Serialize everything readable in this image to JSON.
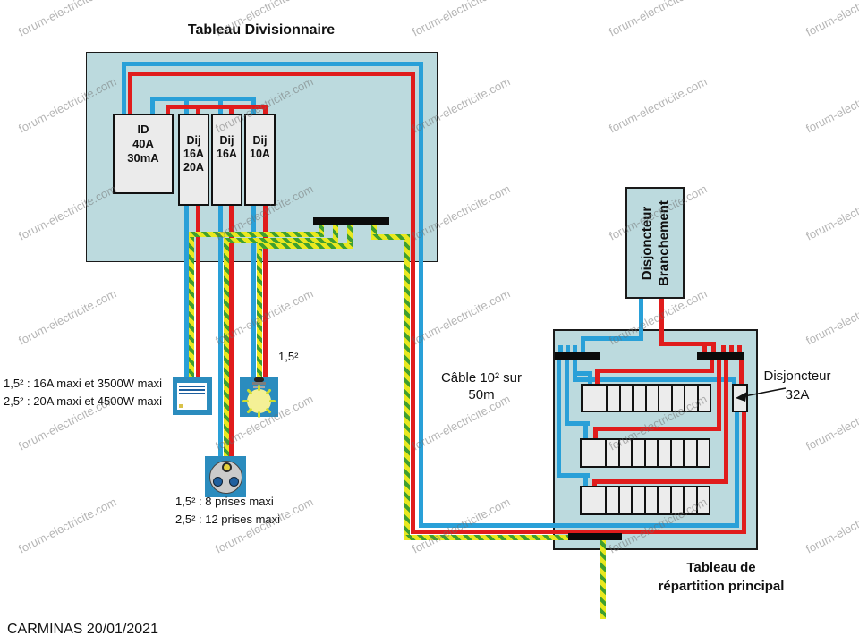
{
  "watermark": "forum-electricite.com",
  "credit": "CARMINAS 20/01/2021",
  "divisionnaire": {
    "title": "Tableau Divisionnaire",
    "breakers": [
      {
        "line1": "ID",
        "line2": "40A",
        "line3": "30mA"
      },
      {
        "line1": "Dij",
        "line2": "16A",
        "line3": "20A"
      },
      {
        "line1": "Dij",
        "line2": "16A",
        "line3": ""
      },
      {
        "line1": "Dij",
        "line2": "10A",
        "line3": ""
      }
    ]
  },
  "branchement": {
    "line1": "Disjoncteur",
    "line2": "Branchement"
  },
  "main_panel": {
    "title_line1": "Tableau de",
    "title_line2": "répartition principal",
    "breaker_label_line1": "Disjoncteur",
    "breaker_label_line2": "32A",
    "rows": 3,
    "modules_per_row": 9
  },
  "cable": {
    "line1": "Câble 10² sur",
    "line2": "50m"
  },
  "notes": {
    "lighting_section": "1,5²",
    "heater_note_line1": "1,5²  : 16A maxi et 3500W maxi",
    "heater_note_line2": "2,5²  : 20A maxi et 4500W maxi",
    "socket_note_line1": "1,5² : 8 prises maxi",
    "socket_note_line2": "2,5² : 12 prises maxi"
  },
  "colors": {
    "phase_red": "#e01c1c",
    "neutral_blue": "#29a0d8",
    "earth_yellow": "#e9e81f",
    "earth_green": "#3f9f2f",
    "panel_fill": "#bcdade",
    "icon_blue": "#2b8cbe"
  }
}
